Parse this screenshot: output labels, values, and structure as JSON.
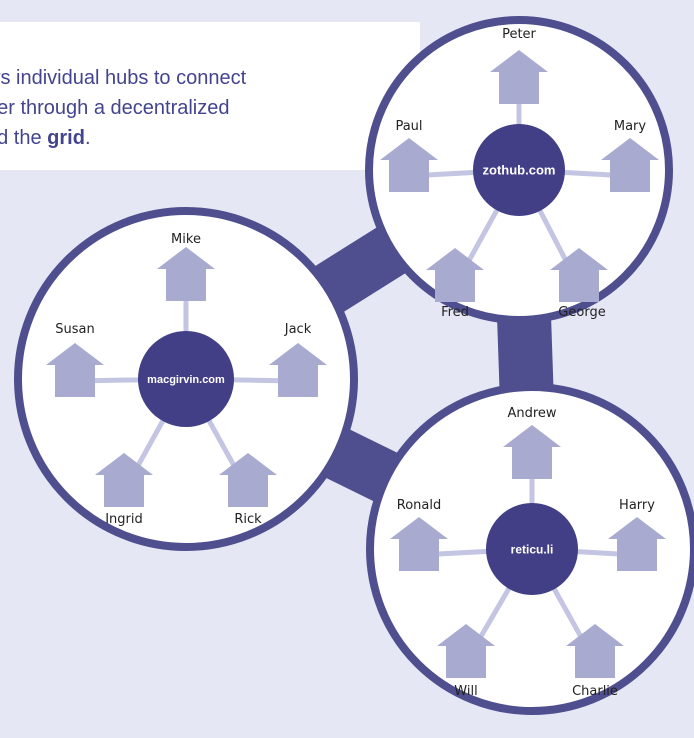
{
  "intro": {
    "line1": "ws individual hubs to connect",
    "line2": "her through a decentralized",
    "line3_prefix": "ed the ",
    "line3_bold": "grid",
    "line3_suffix": "."
  },
  "colors": {
    "background": "#e6e7f5",
    "ring": "#4f4e8e",
    "hub": "#423f86",
    "house": "#a8aad0",
    "spoke": "#c3c5e2",
    "text": "#43448f"
  },
  "hubs": [
    {
      "name": "zothub.com",
      "users": [
        "Peter",
        "Mary",
        "George",
        "Fred",
        "Paul"
      ]
    },
    {
      "name": "macgirvin.com",
      "users": [
        "Mike",
        "Jack",
        "Rick",
        "Ingrid",
        "Susan"
      ]
    },
    {
      "name": "reticu.li",
      "users": [
        "Andrew",
        "Harry",
        "Charlie",
        "Will",
        "Ronald"
      ]
    }
  ]
}
